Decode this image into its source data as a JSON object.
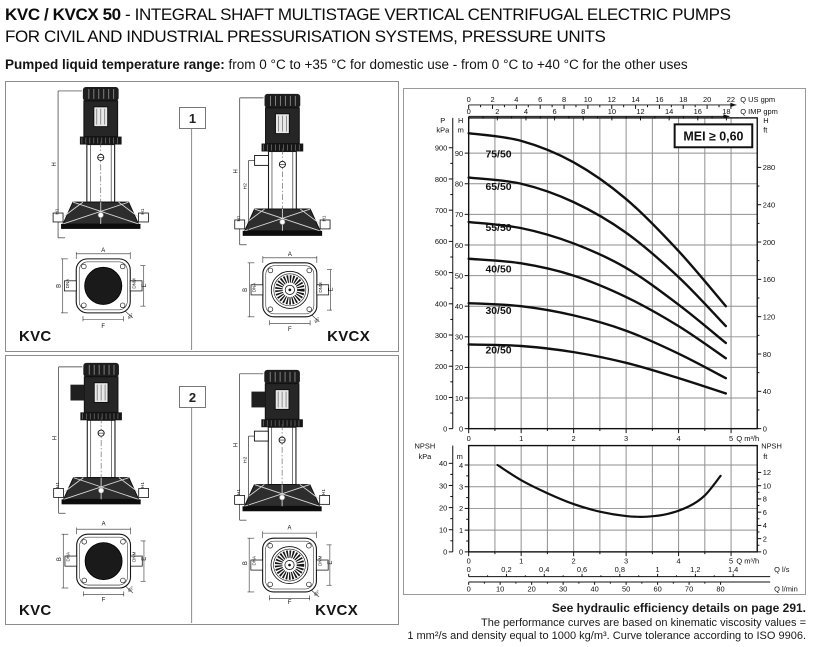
{
  "header": {
    "title_bold": "KVC / KVCX 50",
    "title_rest": " - INTEGRAL SHAFT MULTISTAGE VERTICAL CENTRIFUGAL ELECTRIC PUMPS",
    "title_line2": "FOR CIVIL AND INDUSTRIAL PRESSURISATION SYSTEMS, PRESSURE UNITS",
    "subtitle_bold": "Pumped liquid temperature range:",
    "subtitle_rest": " from 0 °C to +35 °C for domestic use - from 0 °C to +40 °C for the other uses"
  },
  "panels": [
    {
      "number": "1",
      "kvc_label": "KVC",
      "kvcx_label": "KVCX"
    },
    {
      "number": "2",
      "kvc_label": "KVC",
      "kvcx_label": "KVCX"
    }
  ],
  "dims": {
    "h": "H",
    "h1": "H1",
    "h2": "H2",
    "a": "A",
    "b": "B",
    "dna": "DNA",
    "dnm": "DNM",
    "e": "E",
    "f": "F",
    "angle": "45°"
  },
  "footer": {
    "line1": "See hydraulic efficiency details on page 291.",
    "line2": "The performance curves are based on kinematic viscosity values =",
    "line3": "1 mm²/s and density equal to 1000 kg/m³. Curve tolerance according to ISO 9906."
  },
  "colors": {
    "curve": "#101010",
    "grid": "#8f8f8f",
    "frame": "#111111",
    "border": "#999999"
  },
  "chart_data": [
    {
      "id": "head_curves",
      "type": "line",
      "mei_badge": "MEI ≥ 0,60",
      "x_m3h": {
        "unit": "Q m³/h",
        "major": [
          0,
          1,
          2,
          3,
          4,
          5
        ],
        "minor_step": 0.5,
        "range": [
          0,
          5.5
        ]
      },
      "x_usgpm": {
        "unit": "Q US gpm",
        "major": [
          0,
          2,
          4,
          6,
          8,
          10,
          12,
          14,
          16,
          18,
          20,
          22
        ]
      },
      "x_impgpm": {
        "unit": "Q IMP gpm",
        "major": [
          0,
          2,
          4,
          6,
          8,
          10,
          12,
          14,
          16,
          18
        ]
      },
      "y_kpa": {
        "unit_lines": [
          "P",
          "kPa"
        ],
        "major": [
          0,
          100,
          200,
          300,
          400,
          500,
          600,
          700,
          800,
          900
        ],
        "minor_step": 50
      },
      "y_m": {
        "unit_lines": [
          "H",
          "m"
        ],
        "major": [
          0,
          10,
          20,
          30,
          40,
          50,
          60,
          70,
          80,
          90
        ],
        "range": [
          0,
          101
        ]
      },
      "y_ft": {
        "unit_lines": [
          "H",
          "ft"
        ],
        "major": [
          0,
          40,
          80,
          120,
          160,
          200,
          240,
          280
        ],
        "minor_step": 20
      },
      "series": [
        {
          "name": "75/50",
          "label_at": [
            0.32,
            88.5
          ],
          "points": [
            [
              0,
              96.5
            ],
            [
              1,
              94
            ],
            [
              2,
              87
            ],
            [
              3,
              75
            ],
            [
              4,
              58
            ],
            [
              4.9,
              40
            ]
          ]
        },
        {
          "name": "65/50",
          "label_at": [
            0.32,
            78.0
          ],
          "points": [
            [
              0,
              82
            ],
            [
              1,
              80
            ],
            [
              2,
              74
            ],
            [
              3,
              64
            ],
            [
              4,
              49.5
            ],
            [
              4.9,
              33.5
            ]
          ]
        },
        {
          "name": "55/50",
          "label_at": [
            0.32,
            64.5
          ],
          "points": [
            [
              0,
              67.5
            ],
            [
              1,
              65.5
            ],
            [
              2,
              60.5
            ],
            [
              3,
              52.5
            ],
            [
              4,
              40.5
            ],
            [
              4.9,
              28
            ]
          ]
        },
        {
          "name": "40/50",
          "label_at": [
            0.32,
            51.0
          ],
          "points": [
            [
              0,
              55.5
            ],
            [
              1,
              54
            ],
            [
              2,
              50
            ],
            [
              3,
              43
            ],
            [
              4,
              33.5
            ],
            [
              4.9,
              23
            ]
          ]
        },
        {
          "name": "30/50",
          "label_at": [
            0.32,
            37.5
          ],
          "points": [
            [
              0,
              41
            ],
            [
              1,
              40
            ],
            [
              2,
              37
            ],
            [
              3,
              32
            ],
            [
              4,
              24.5
            ],
            [
              4.9,
              16.5
            ]
          ]
        },
        {
          "name": "20/50",
          "label_at": [
            0.32,
            24.5
          ],
          "points": [
            [
              0,
              27.5
            ],
            [
              1,
              27
            ],
            [
              2,
              25
            ],
            [
              3,
              21.5
            ],
            [
              4,
              16.5
            ],
            [
              4.9,
              11.5
            ]
          ]
        }
      ]
    },
    {
      "id": "npsh",
      "type": "line",
      "x_m3h": {
        "unit": "Q m³/h",
        "major": [
          0,
          1,
          2,
          3,
          4,
          5
        ],
        "minor_step": 0.5
      },
      "x_ls": {
        "unit": "Q l/s",
        "ticks": [
          {
            "v": 0,
            "t": "0"
          },
          {
            "v": 0.2,
            "t": "0,2"
          },
          {
            "v": 0.4,
            "t": "0,4"
          },
          {
            "v": 0.6,
            "t": "0,6"
          },
          {
            "v": 0.8,
            "t": "0,8"
          },
          {
            "v": 1,
            "t": "1"
          },
          {
            "v": 1.2,
            "t": "1,2"
          },
          {
            "v": 1.4,
            "t": "1,4"
          }
        ],
        "minor_step": 0.1
      },
      "x_lmin": {
        "unit": "Q l/min",
        "major": [
          0,
          10,
          20,
          30,
          40,
          50,
          60,
          70,
          80
        ],
        "minor_step": 5
      },
      "y_kpa": {
        "unit_lines": [
          "NPSH",
          "kPa"
        ],
        "major": [
          0,
          10,
          20,
          30,
          40
        ],
        "minor_step": 5
      },
      "y_m": {
        "unit_lines": [
          "m"
        ],
        "major": [
          0,
          1,
          2,
          3,
          4
        ],
        "minor_step": 0.5
      },
      "y_ft": {
        "unit_lines": [
          "NPSH",
          "ft"
        ],
        "major": [
          0,
          2,
          4,
          6,
          8,
          10,
          12
        ],
        "minor_step": 1
      },
      "series": [
        {
          "name": "NPSH",
          "points": [
            [
              0.55,
              4
            ],
            [
              1,
              3.3
            ],
            [
              1.5,
              2.7
            ],
            [
              2,
              2.2
            ],
            [
              2.5,
              1.85
            ],
            [
              3,
              1.65
            ],
            [
              3.4,
              1.62
            ],
            [
              3.8,
              1.75
            ],
            [
              4.2,
              2.1
            ],
            [
              4.5,
              2.6
            ],
            [
              4.8,
              3.5
            ]
          ]
        }
      ]
    }
  ]
}
